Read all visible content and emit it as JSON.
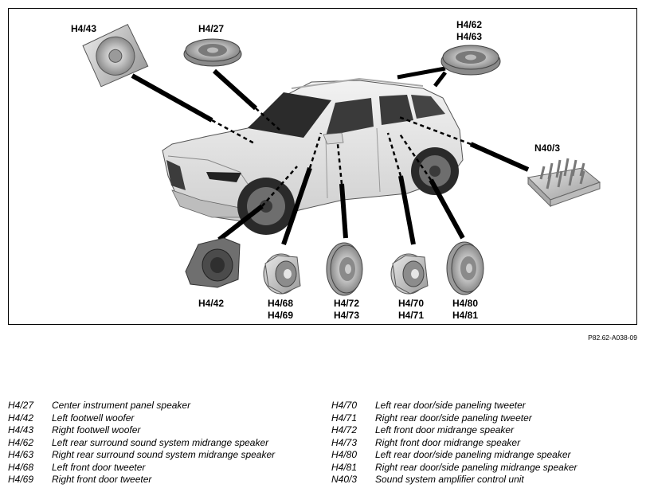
{
  "labels": {
    "h4_43": "H4/43",
    "h4_27": "H4/27",
    "h4_62": "H4/62",
    "h4_63": "H4/63",
    "n40_3": "N40/3",
    "h4_42": "H4/42",
    "h4_68": "H4/68",
    "h4_69": "H4/69",
    "h4_72": "H4/72",
    "h4_73": "H4/73",
    "h4_70": "H4/70",
    "h4_71": "H4/71",
    "h4_80": "H4/80",
    "h4_81": "H4/81"
  },
  "figure_code": "P82.62-A038-09",
  "legend_left": [
    {
      "code": "H4/27",
      "desc": "Center instrument panel speaker"
    },
    {
      "code": "H4/42",
      "desc": "Left footwell woofer"
    },
    {
      "code": "H4/43",
      "desc": "Right footwell woofer"
    },
    {
      "code": "H4/62",
      "desc": "Left rear surround sound system midrange speaker"
    },
    {
      "code": "H4/63",
      "desc": "Right rear surround sound system midrange speaker"
    },
    {
      "code": "H4/68",
      "desc": "Left front door tweeter"
    },
    {
      "code": "H4/69",
      "desc": "Right front door tweeter"
    }
  ],
  "legend_right": [
    {
      "code": "H4/70",
      "desc": "Left rear door/side paneling tweeter"
    },
    {
      "code": "H4/71",
      "desc": "Right rear door/side paneling tweeter"
    },
    {
      "code": "H4/72",
      "desc": "Left front door midrange speaker"
    },
    {
      "code": "H4/73",
      "desc": "Right front door midrange speaker"
    },
    {
      "code": "H4/80",
      "desc": "Left rear door/side paneling midrange speaker"
    },
    {
      "code": "H4/81",
      "desc": "Right rear door/side paneling midrange speaker"
    },
    {
      "code": "N40/3",
      "desc": "Sound system amplifier control unit"
    }
  ]
}
